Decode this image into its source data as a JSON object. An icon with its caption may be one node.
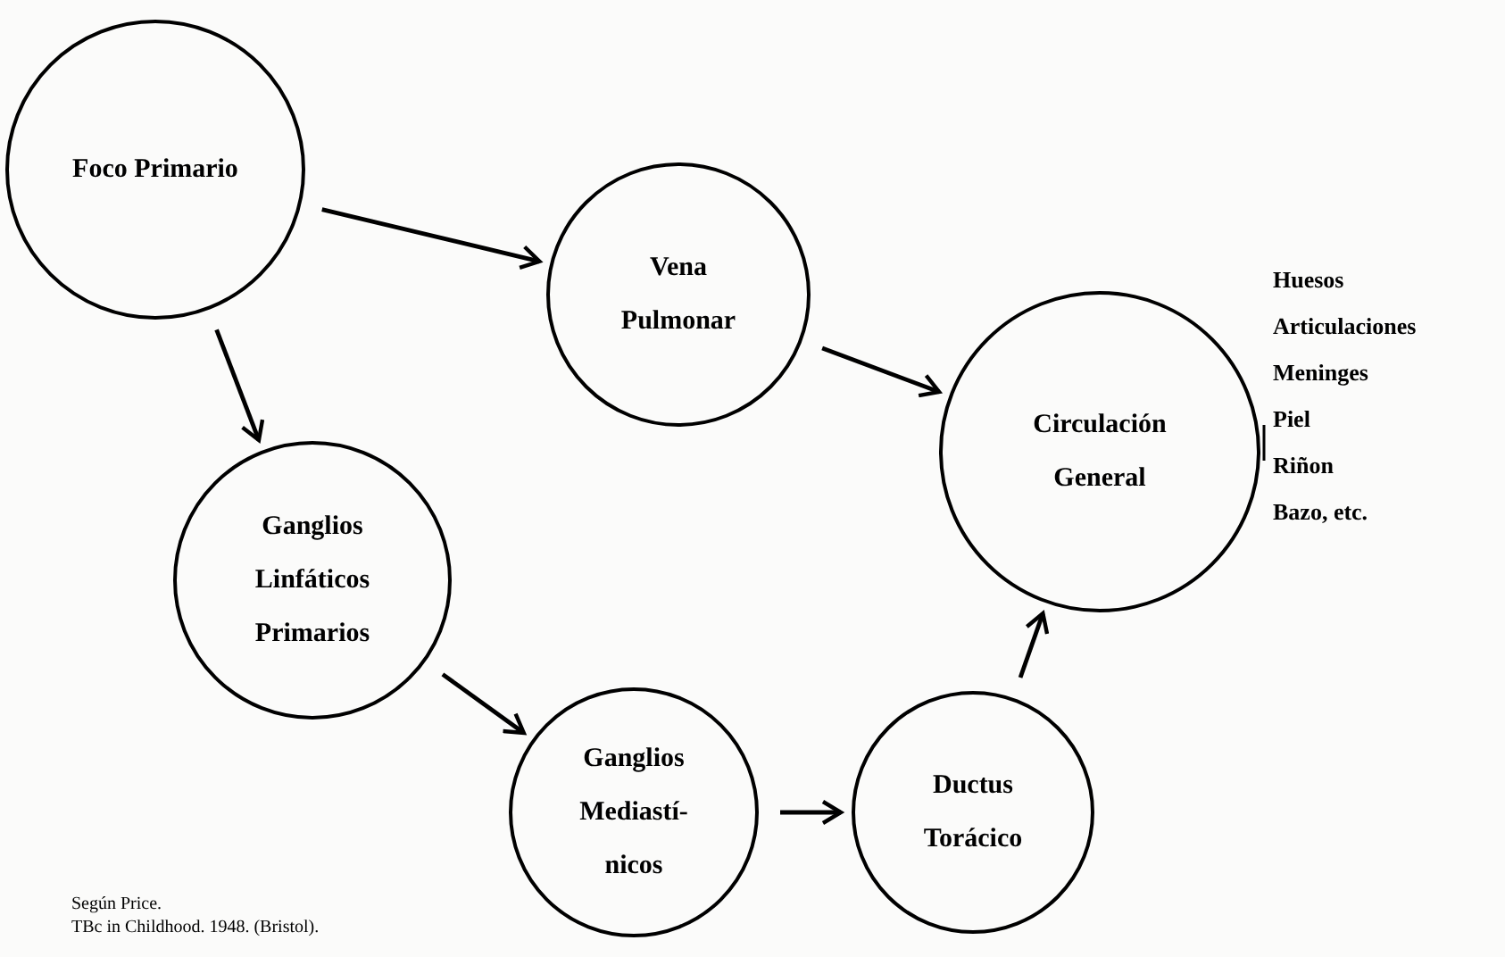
{
  "diagram": {
    "nodes": [
      {
        "text": [
          "Foco Primario"
        ]
      },
      {
        "text": [
          "Vena Pulmonar"
        ]
      },
      {
        "text": [
          "Circulación General"
        ],
        "beside": [
          "Huesos",
          "Articulaciones",
          "Meninges",
          "Piel",
          "Riñon",
          "Bazo, etc."
        ]
      },
      {
        "text": [
          "Ganglios Linfáticos Primarios"
        ]
      },
      {
        "text": [
          "Ganglios Mediastí- nicos"
        ]
      },
      {
        "text": [
          "Ductus Torácico"
        ]
      }
    ],
    "edges": [
      {
        "from": 0,
        "to": 1,
        "arrow": "to"
      },
      {
        "from": 0,
        "to": 3,
        "arrow": "to"
      },
      {
        "from": 1,
        "to": 2,
        "arrow": "to"
      },
      {
        "from": 3,
        "to": 4,
        "arrow": "to"
      },
      {
        "from": 4,
        "to": 5,
        "arrow": "to"
      },
      {
        "from": 5,
        "to": 2,
        "arrow": "to"
      }
    ],
    "labels": [
      "Según Price.",
      "TBc in Childhood. 1948. (Bristol)."
    ]
  }
}
